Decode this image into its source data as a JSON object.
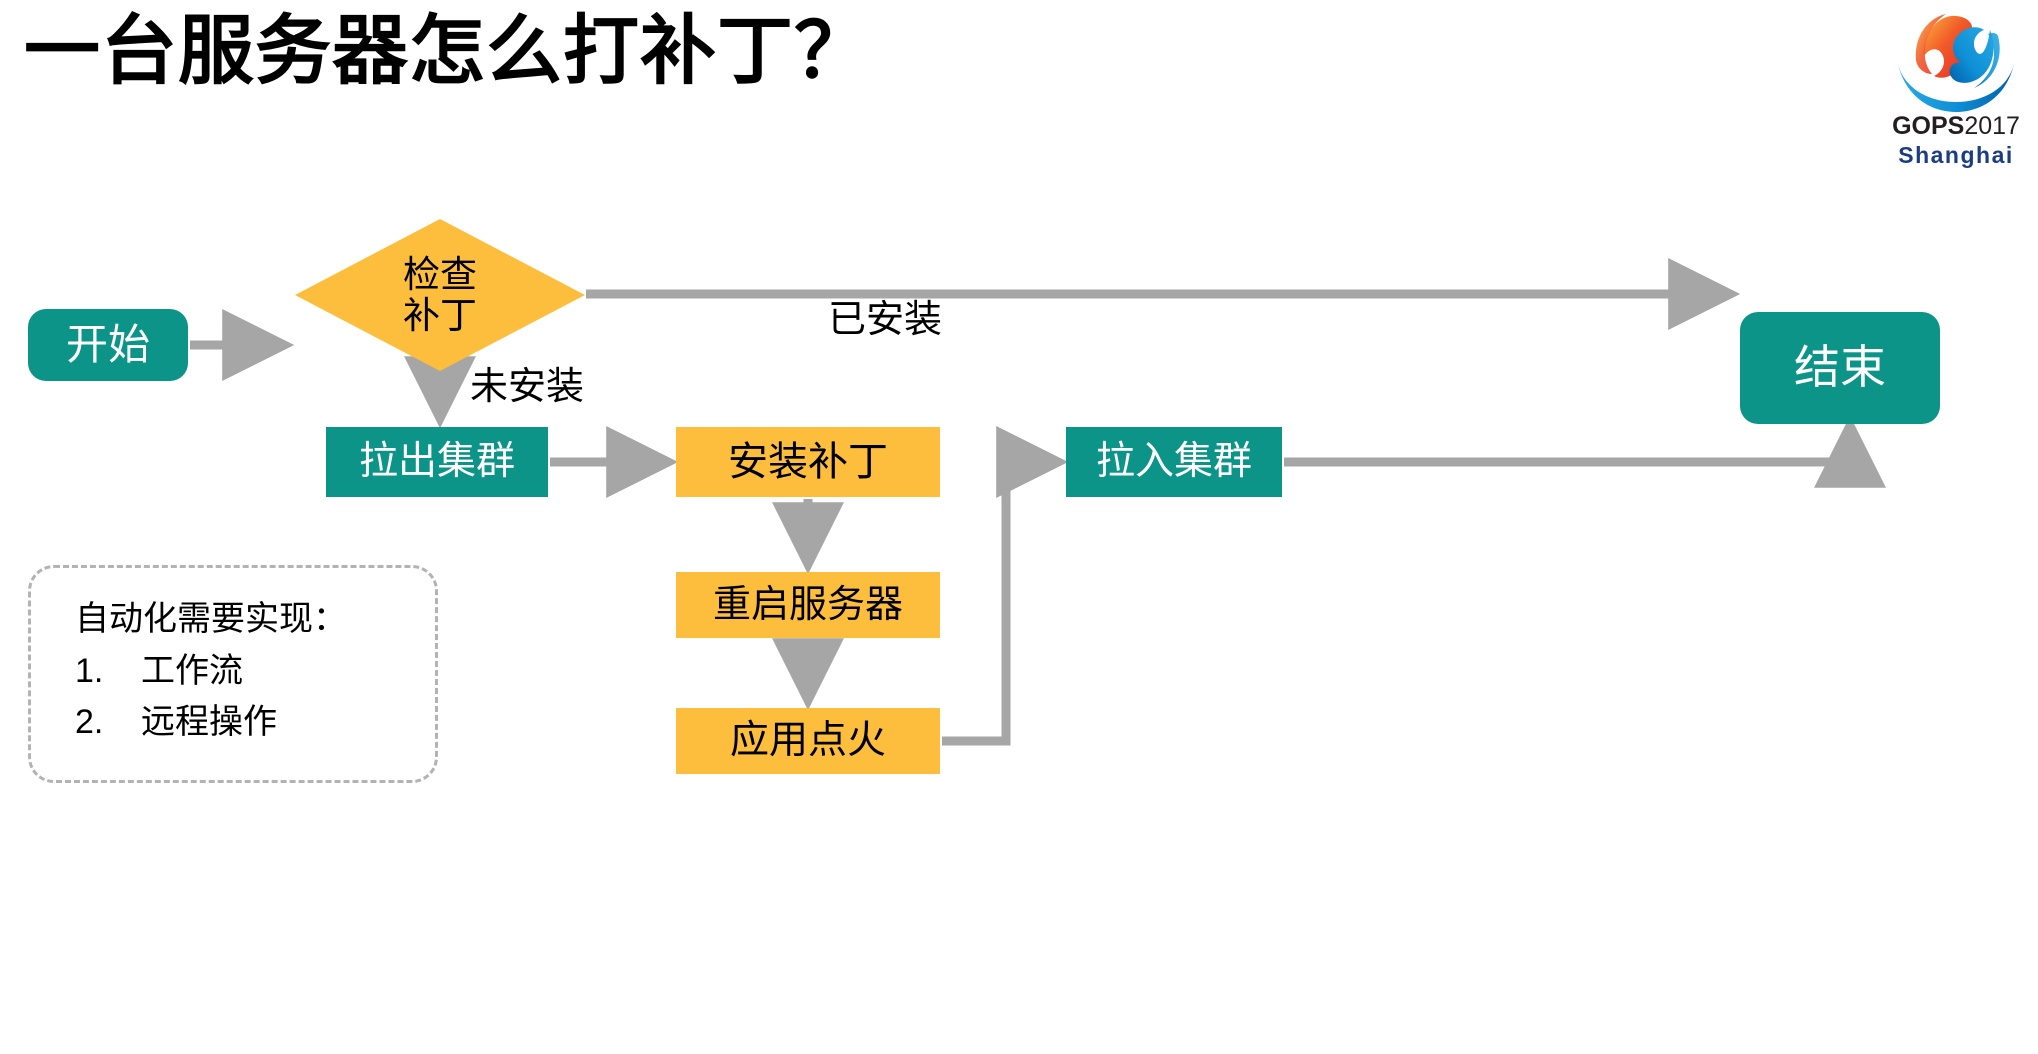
{
  "slide": {
    "title": "一台服务器怎么打补丁？",
    "background_color": "#ffffff"
  },
  "logo": {
    "name": "gops-logo",
    "brand": "GOPS",
    "year": "2017",
    "city": "Shanghai",
    "colors": {
      "orange": "#f15a29",
      "red": "#e8272c",
      "blue_light": "#29abe2",
      "blue_dark": "#0071bc",
      "text": "#231f20",
      "city_text": "#1b3d82"
    }
  },
  "flowchart": {
    "colors": {
      "teal": "#0d9488",
      "amber": "#fcbe3c",
      "connector": "#a6a6a6",
      "dashed_border": "#b3b3b3"
    },
    "nodes": {
      "start": "开始",
      "decision_line1": "检查",
      "decision_line2": "补丁",
      "end": "结束",
      "pull_out_cluster": "拉出集群",
      "install_patch": "安装补丁",
      "pull_in_cluster": "拉入集群",
      "reboot_server": "重启服务器",
      "app_ignite": "应用点火"
    },
    "edge_labels": {
      "installed": "已安装",
      "not_installed": "未安装"
    }
  },
  "note": {
    "heading": "自动化需要实现：",
    "items": [
      {
        "num": "1.",
        "text": "工作流"
      },
      {
        "num": "2.",
        "text": "远程操作"
      }
    ]
  }
}
